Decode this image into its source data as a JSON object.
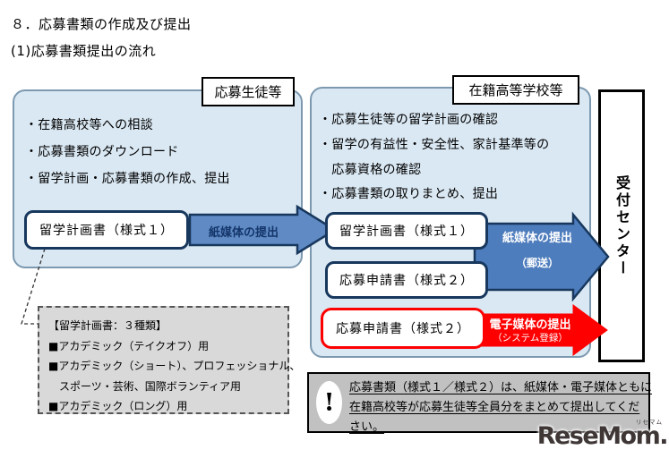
{
  "header": {
    "title": "８．応募書類の作成及び提出",
    "subtitle": "(1)応募書類提出の流れ"
  },
  "students_section": {
    "label": "応募生徒等",
    "bullets": [
      "・在籍高校等への相談",
      "・応募書類のダウンロード",
      "・留学計画・応募書類の作成、提出"
    ],
    "doc1": "留学計画書（様式１）"
  },
  "school_section": {
    "label": "在籍高等学校等",
    "bullets": [
      "・応募生徒等の留学計画の確認",
      "・留学の有益性・安全性、家計基準等の",
      "　応募資格の確認",
      "・応募書類の取りまとめ、提出"
    ],
    "doc1": "留学計画書（様式１）",
    "doc2": "応募申請書（様式２）",
    "doc3": "応募申請書（様式２）"
  },
  "arrows": {
    "paper1": {
      "label": "紙媒体の提出"
    },
    "paper2": {
      "label": "紙媒体の提出",
      "sublabel": "（郵送）"
    },
    "electronic": {
      "label": "電子媒体の提出",
      "sublabel": "（システム登録）"
    }
  },
  "reception": {
    "label": "受付センター"
  },
  "plan_note": {
    "title": "【留学計画書：３種類】",
    "items": [
      "■アカデミック（テイクオフ）用",
      "■アカデミック（ショート）、プロフェッショナル、",
      "　スポーツ・芸術、国際ボランティア用",
      "■アカデミック（ロング）用"
    ]
  },
  "important_note": {
    "mark": "!",
    "lines": [
      "応募書類（様式１／様式２）は、紙媒体・電子媒体ともに",
      "在籍高校等が応募生徒等全員分をまとめて提出してくだ",
      "さい。"
    ]
  },
  "watermark": {
    "text": "ReseMom.",
    "ruby": "リセマム"
  },
  "colors": {
    "container_fill": "#dae8f3",
    "arrow_blue": "#4e7dbd",
    "arrow_blue_light": "#5f8ac4",
    "navy_border": "#17375d",
    "accent_red": "#fe0000",
    "note_gray": "#c1c1c1",
    "plan_note_gray": "#d9d9d9"
  }
}
